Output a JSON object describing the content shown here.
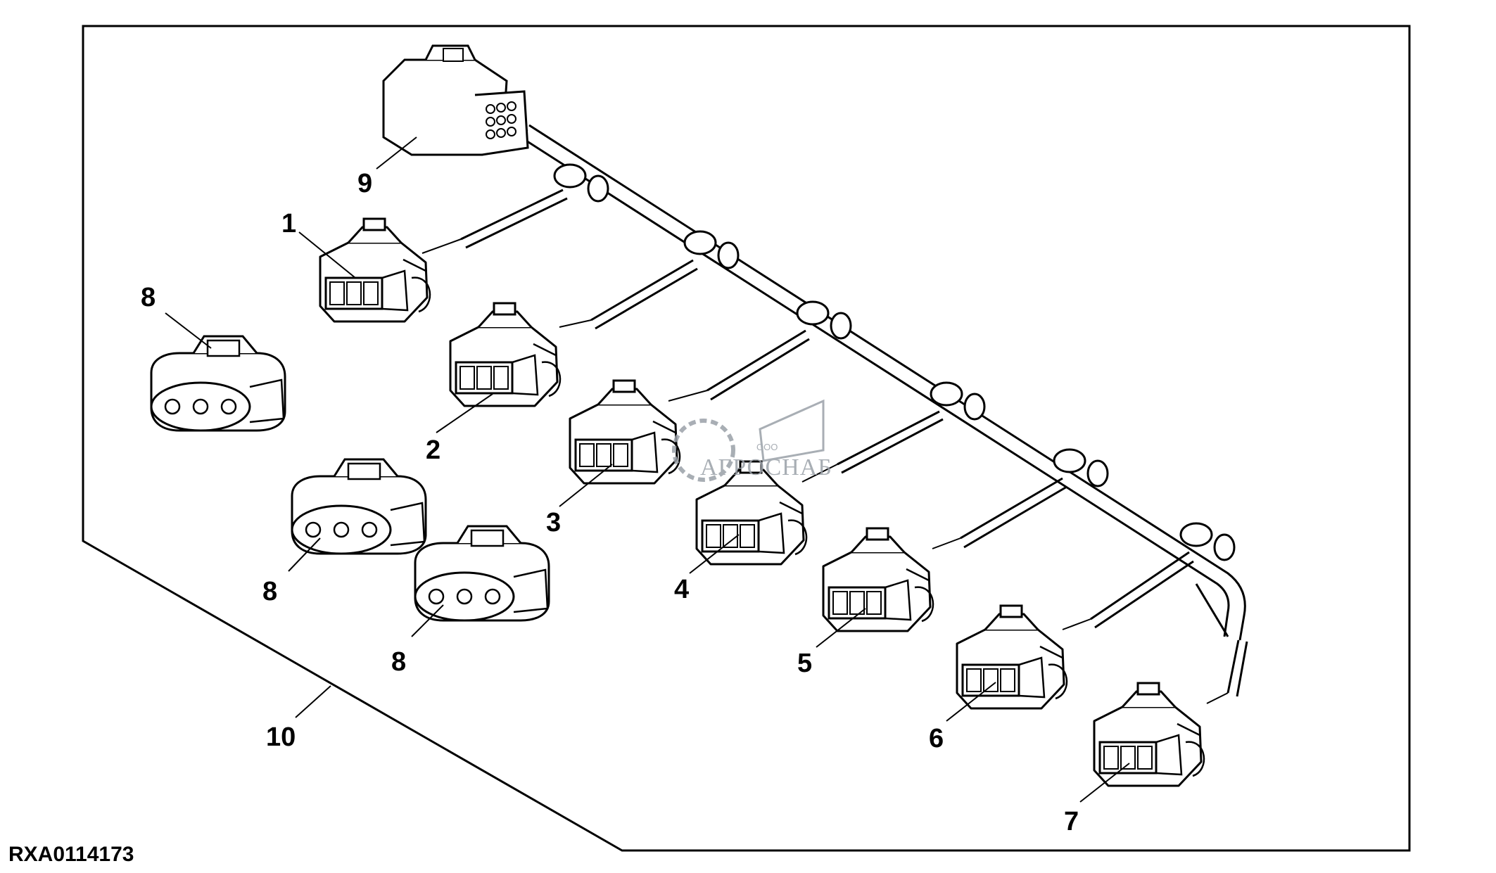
{
  "figure_id": "RXA0114173",
  "callouts": [
    "1",
    "2",
    "3",
    "4",
    "5",
    "6",
    "7",
    "8",
    "8",
    "8",
    "9",
    "10"
  ],
  "watermark": {
    "brand": "АГРОСНАБ",
    "prefix": "ООО"
  },
  "colors": {
    "line": "#000000",
    "background": "#ffffff",
    "watermark": "#9aa0a8"
  }
}
